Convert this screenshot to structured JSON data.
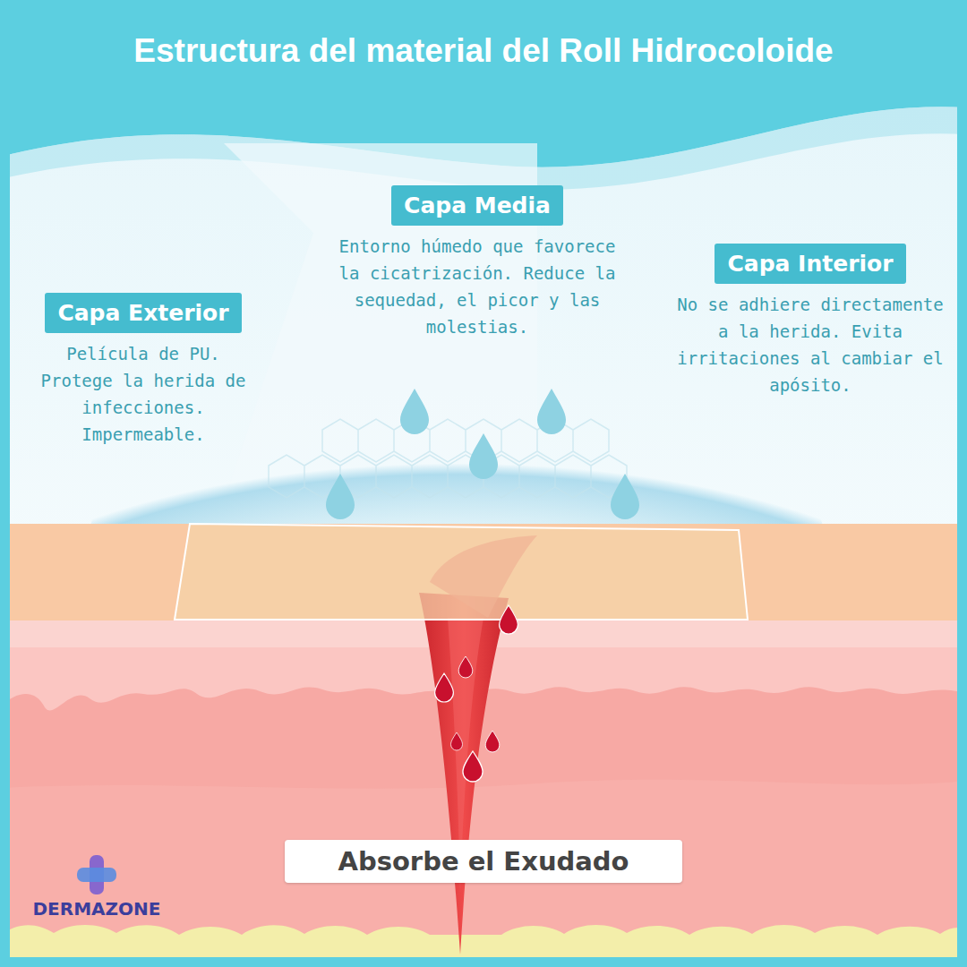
{
  "diagram": {
    "title": "Estructura del material del Roll Hidrocoloide",
    "nodes": [
      {
        "text": [
          "Capa Exterior",
          "Película de PU. Protege la herida de infecciones. Impermeable."
        ]
      },
      {
        "text": [
          "Capa Media",
          "Entorno húmedo que favorece la cicatrización. Reduce la sequedad, el picor y las molestias."
        ]
      },
      {
        "text": [
          "Capa Interior",
          "No se adhiere directamente a la herida. Evita irritaciones al cambiar el apósito."
        ]
      },
      {
        "text": [
          "Absorbe el Exudado"
        ]
      }
    ],
    "labels": [
      "DERMAZONE"
    ]
  }
}
